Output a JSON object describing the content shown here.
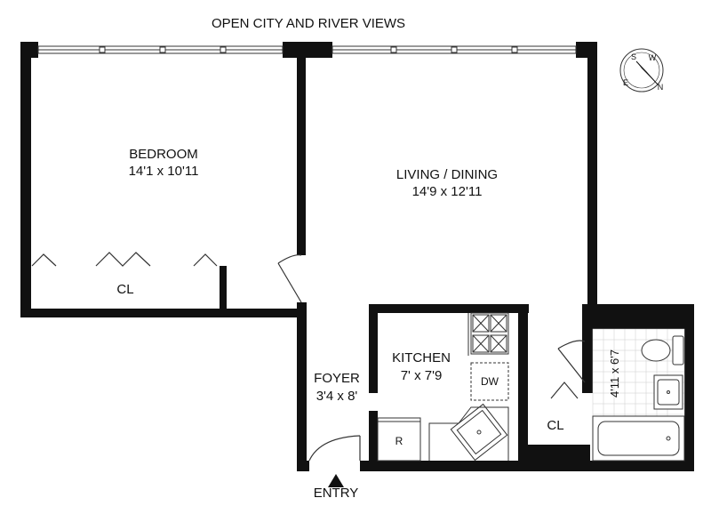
{
  "header": {
    "views": "OPEN CITY AND RIVER VIEWS"
  },
  "rooms": {
    "bedroom": {
      "name": "BEDROOM",
      "size": "14'1 x 10'11"
    },
    "living": {
      "name": "LIVING / DINING",
      "size": "14'9 x 12'11"
    },
    "kitchen": {
      "name": "KITCHEN",
      "size": "7' x 7'9"
    },
    "foyer": {
      "name": "FOYER",
      "size": "3'4 x 8'"
    },
    "bath": {
      "size": "4'11 x 6'7"
    }
  },
  "closets": {
    "bedroom": "CL",
    "living": "CL"
  },
  "appliances": {
    "dishwasher": "DW",
    "refrigerator": "R"
  },
  "entry": "ENTRY",
  "compass": {
    "letters": [
      "S",
      "W",
      "N",
      "E"
    ]
  },
  "colors": {
    "wall": "#111111",
    "background": "#ffffff",
    "line": "#333333"
  }
}
